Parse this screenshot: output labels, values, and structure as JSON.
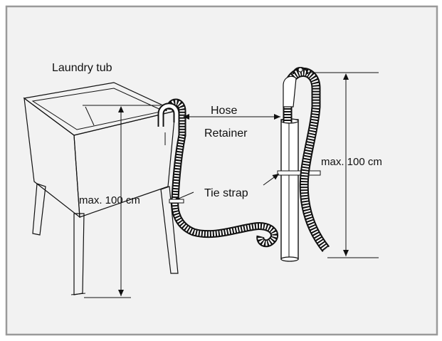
{
  "labels": {
    "laundry_tub": "Laundry tub",
    "hose": "Hose",
    "retainer": "Retainer",
    "max_left": "max. 100 cm",
    "max_right": "max. 100 cm",
    "tie_strap": "Tie strap"
  },
  "colors": {
    "frame_border": "#9a9a9a",
    "panel_bg": "#f2f2f2",
    "line": "#111111"
  }
}
